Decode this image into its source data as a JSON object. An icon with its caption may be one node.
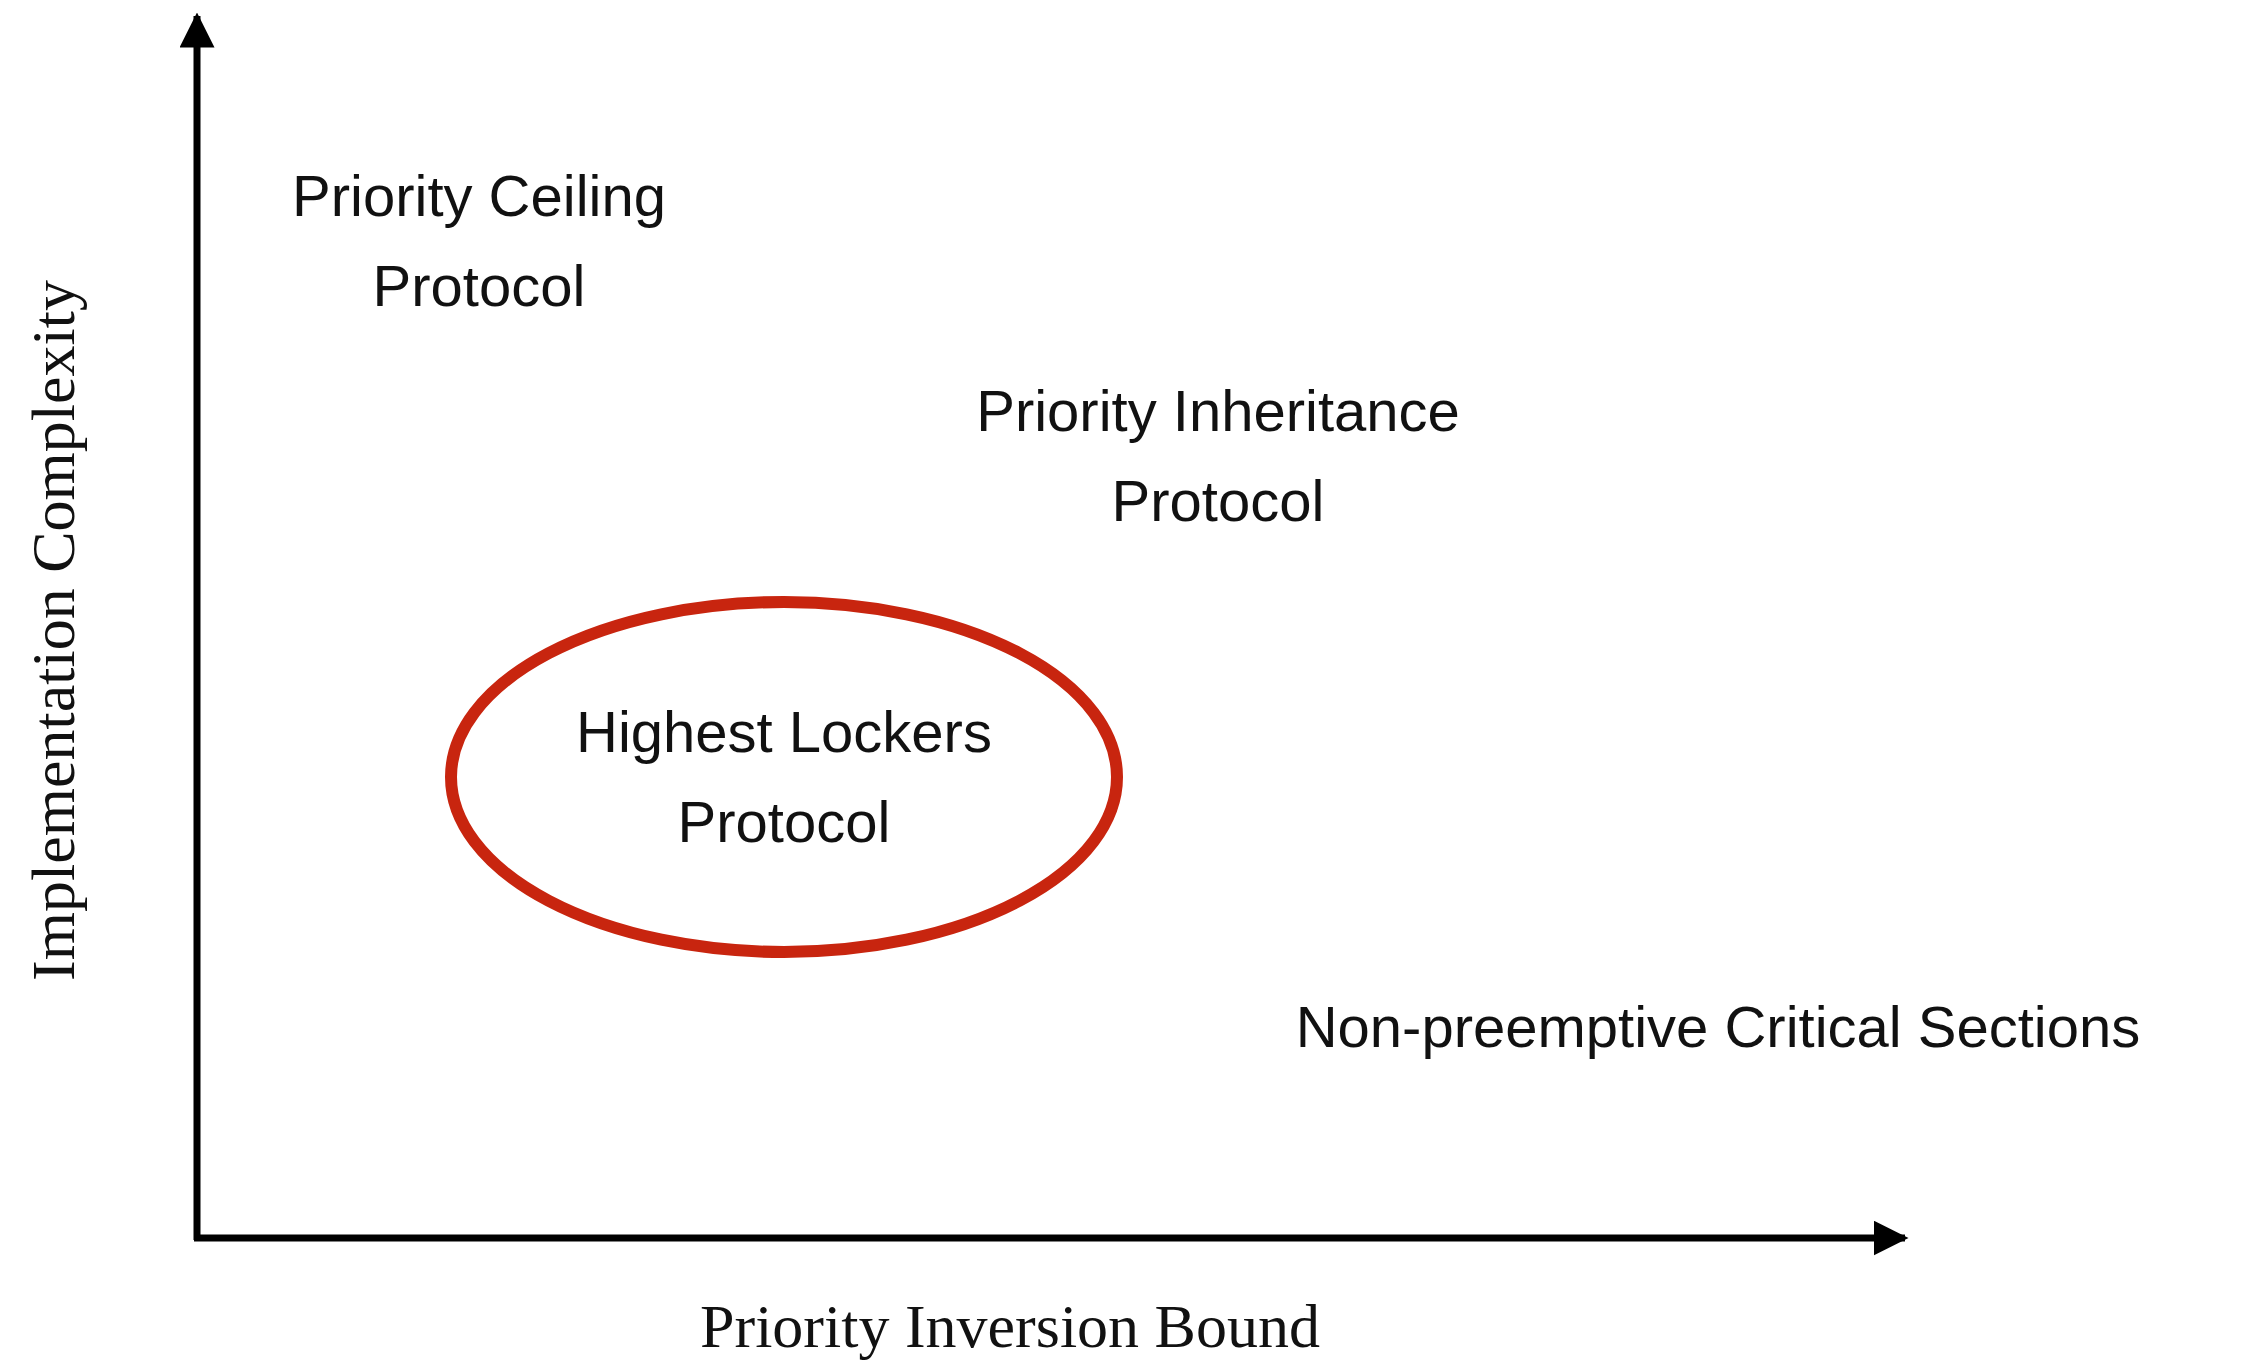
{
  "diagram": {
    "nodes": [
      {
        "text": [
          "Highest Lockers Protocol"
        ]
      }
    ],
    "edges": [],
    "labels": [
      "Priority Ceiling Protocol",
      "Priority Inheritance Protocol",
      "Non-preemptive Critical Sections",
      "Implementation Complexity",
      "Priority Inversion Bound"
    ]
  }
}
